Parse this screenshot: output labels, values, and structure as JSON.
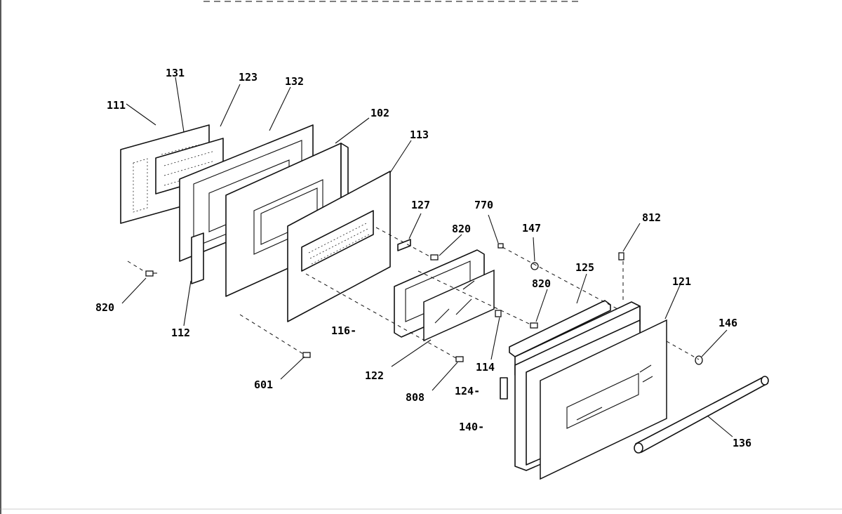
{
  "callouts": [
    {
      "id": "c111",
      "label": "111"
    },
    {
      "id": "c131",
      "label": "131"
    },
    {
      "id": "c123",
      "label": "123"
    },
    {
      "id": "c132",
      "label": "132"
    },
    {
      "id": "c102",
      "label": "102"
    },
    {
      "id": "c113",
      "label": "113"
    },
    {
      "id": "c127",
      "label": "127"
    },
    {
      "id": "c820a",
      "label": "820"
    },
    {
      "id": "c770",
      "label": "770"
    },
    {
      "id": "c147",
      "label": "147"
    },
    {
      "id": "c812",
      "label": "812"
    },
    {
      "id": "c125",
      "label": "125"
    },
    {
      "id": "c121",
      "label": "121"
    },
    {
      "id": "c820b",
      "label": "820"
    },
    {
      "id": "c820c",
      "label": "820"
    },
    {
      "id": "c112",
      "label": "112"
    },
    {
      "id": "c116",
      "label": "116-"
    },
    {
      "id": "c146",
      "label": "146"
    },
    {
      "id": "c122",
      "label": "122"
    },
    {
      "id": "c114",
      "label": "114"
    },
    {
      "id": "c601",
      "label": "601"
    },
    {
      "id": "c808",
      "label": "808"
    },
    {
      "id": "c124",
      "label": "124-"
    },
    {
      "id": "c140",
      "label": "140-"
    },
    {
      "id": "c136",
      "label": "136"
    }
  ]
}
